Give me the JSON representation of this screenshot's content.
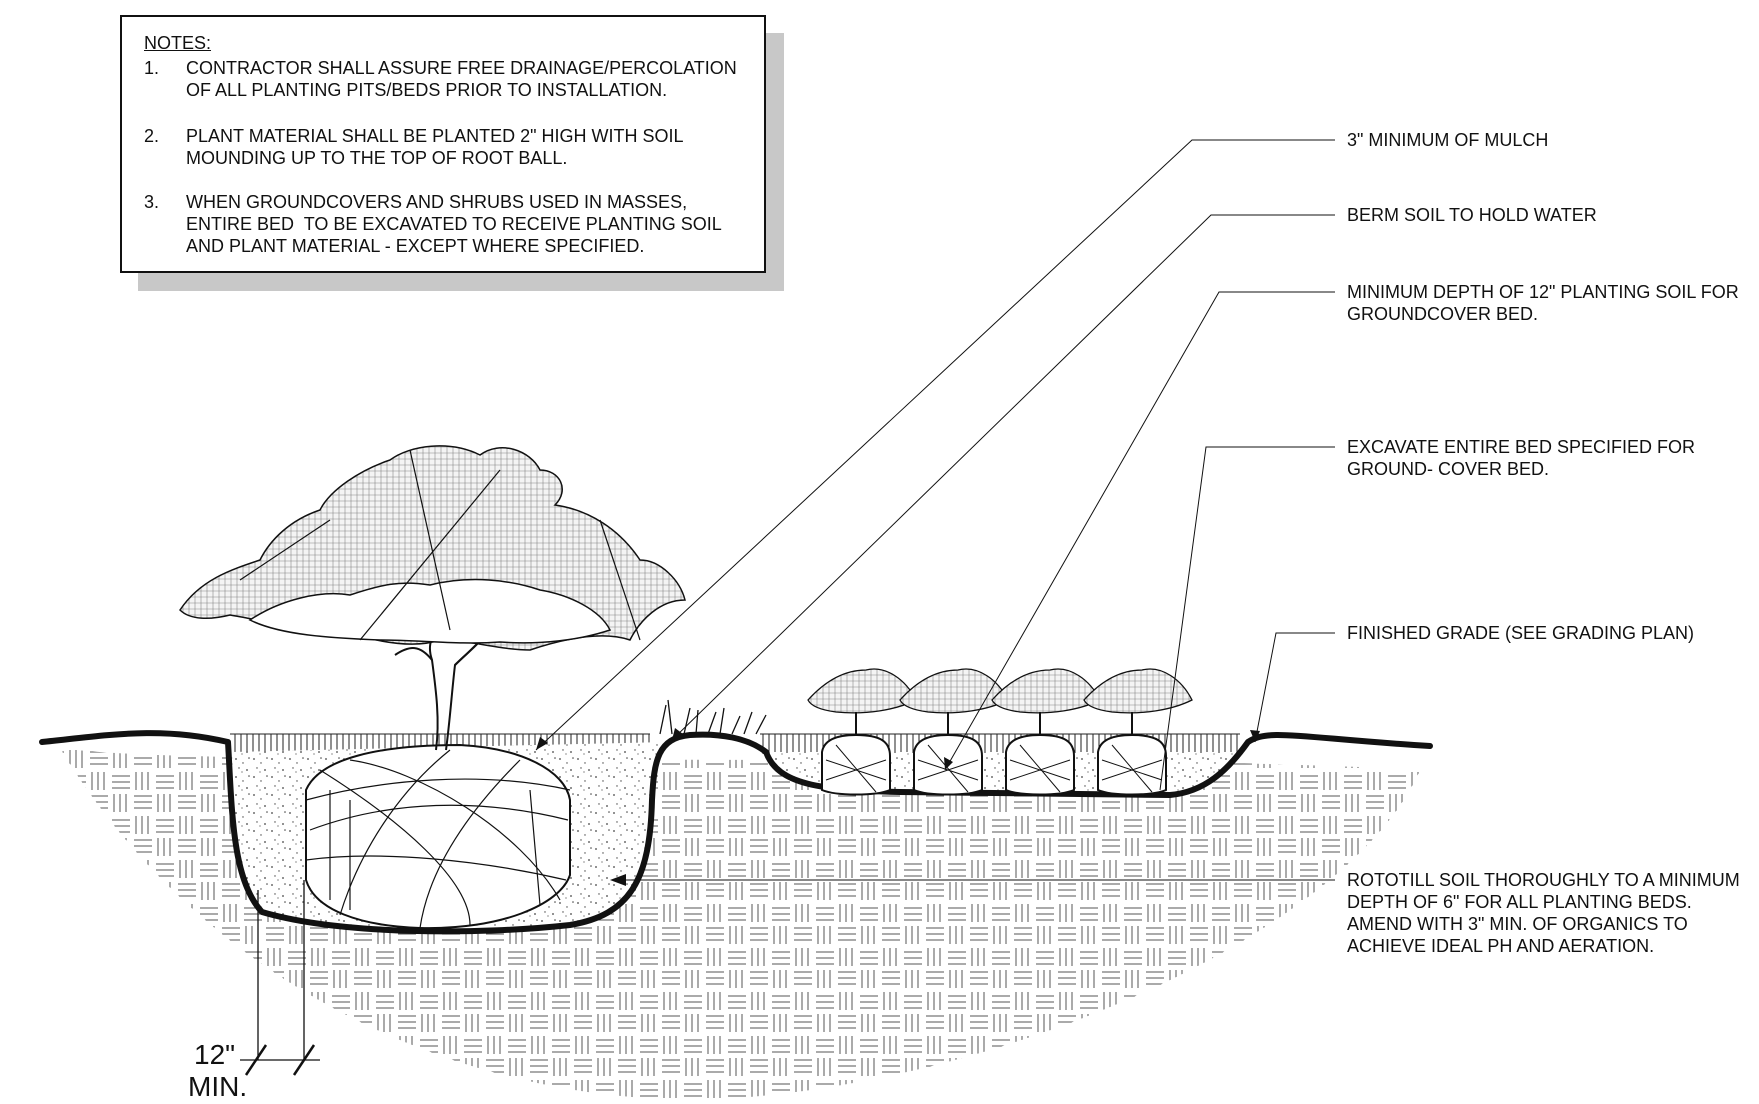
{
  "notes": {
    "title": "NOTES:",
    "items": [
      {
        "num": "1.",
        "text": "CONTRACTOR SHALL ASSURE FREE DRAINAGE/PERCOLATION\nOF ALL PLANTING PITS/BEDS PRIOR TO INSTALLATION."
      },
      {
        "num": "2.",
        "text": "PLANT MATERIAL SHALL BE PLANTED 2\" HIGH WITH SOIL\nMOUNDING UP TO THE TOP OF ROOT BALL."
      },
      {
        "num": "3.",
        "text": "WHEN GROUNDCOVERS AND SHRUBS USED IN MASSES,\nENTIRE BED  TO BE EXCAVATED TO RECEIVE PLANTING SOIL\nAND PLANT MATERIAL - EXCEPT WHERE SPECIFIED."
      }
    ]
  },
  "callouts": {
    "mulch": "3\" MINIMUM OF MULCH",
    "berm": "BERM SOIL TO HOLD WATER",
    "depth": "MINIMUM DEPTH OF 12\" PLANTING SOIL FOR\nGROUNDCOVER BED.",
    "excavate": "EXCAVATE ENTIRE BED SPECIFIED FOR\nGROUND- COVER BED.",
    "grade": "FINISHED GRADE (SEE GRADING PLAN)",
    "rototill": "ROTOTILL SOIL THOROUGHLY TO A MINIMUM\nDEPTH OF 6\" FOR ALL PLANTING BEDS.\nAMEND WITH 3\" MIN. OF ORGANICS TO\nACHIEVE IDEAL PH AND AERATION."
  },
  "dimension": {
    "value": "12\"",
    "suffix": "MIN."
  }
}
